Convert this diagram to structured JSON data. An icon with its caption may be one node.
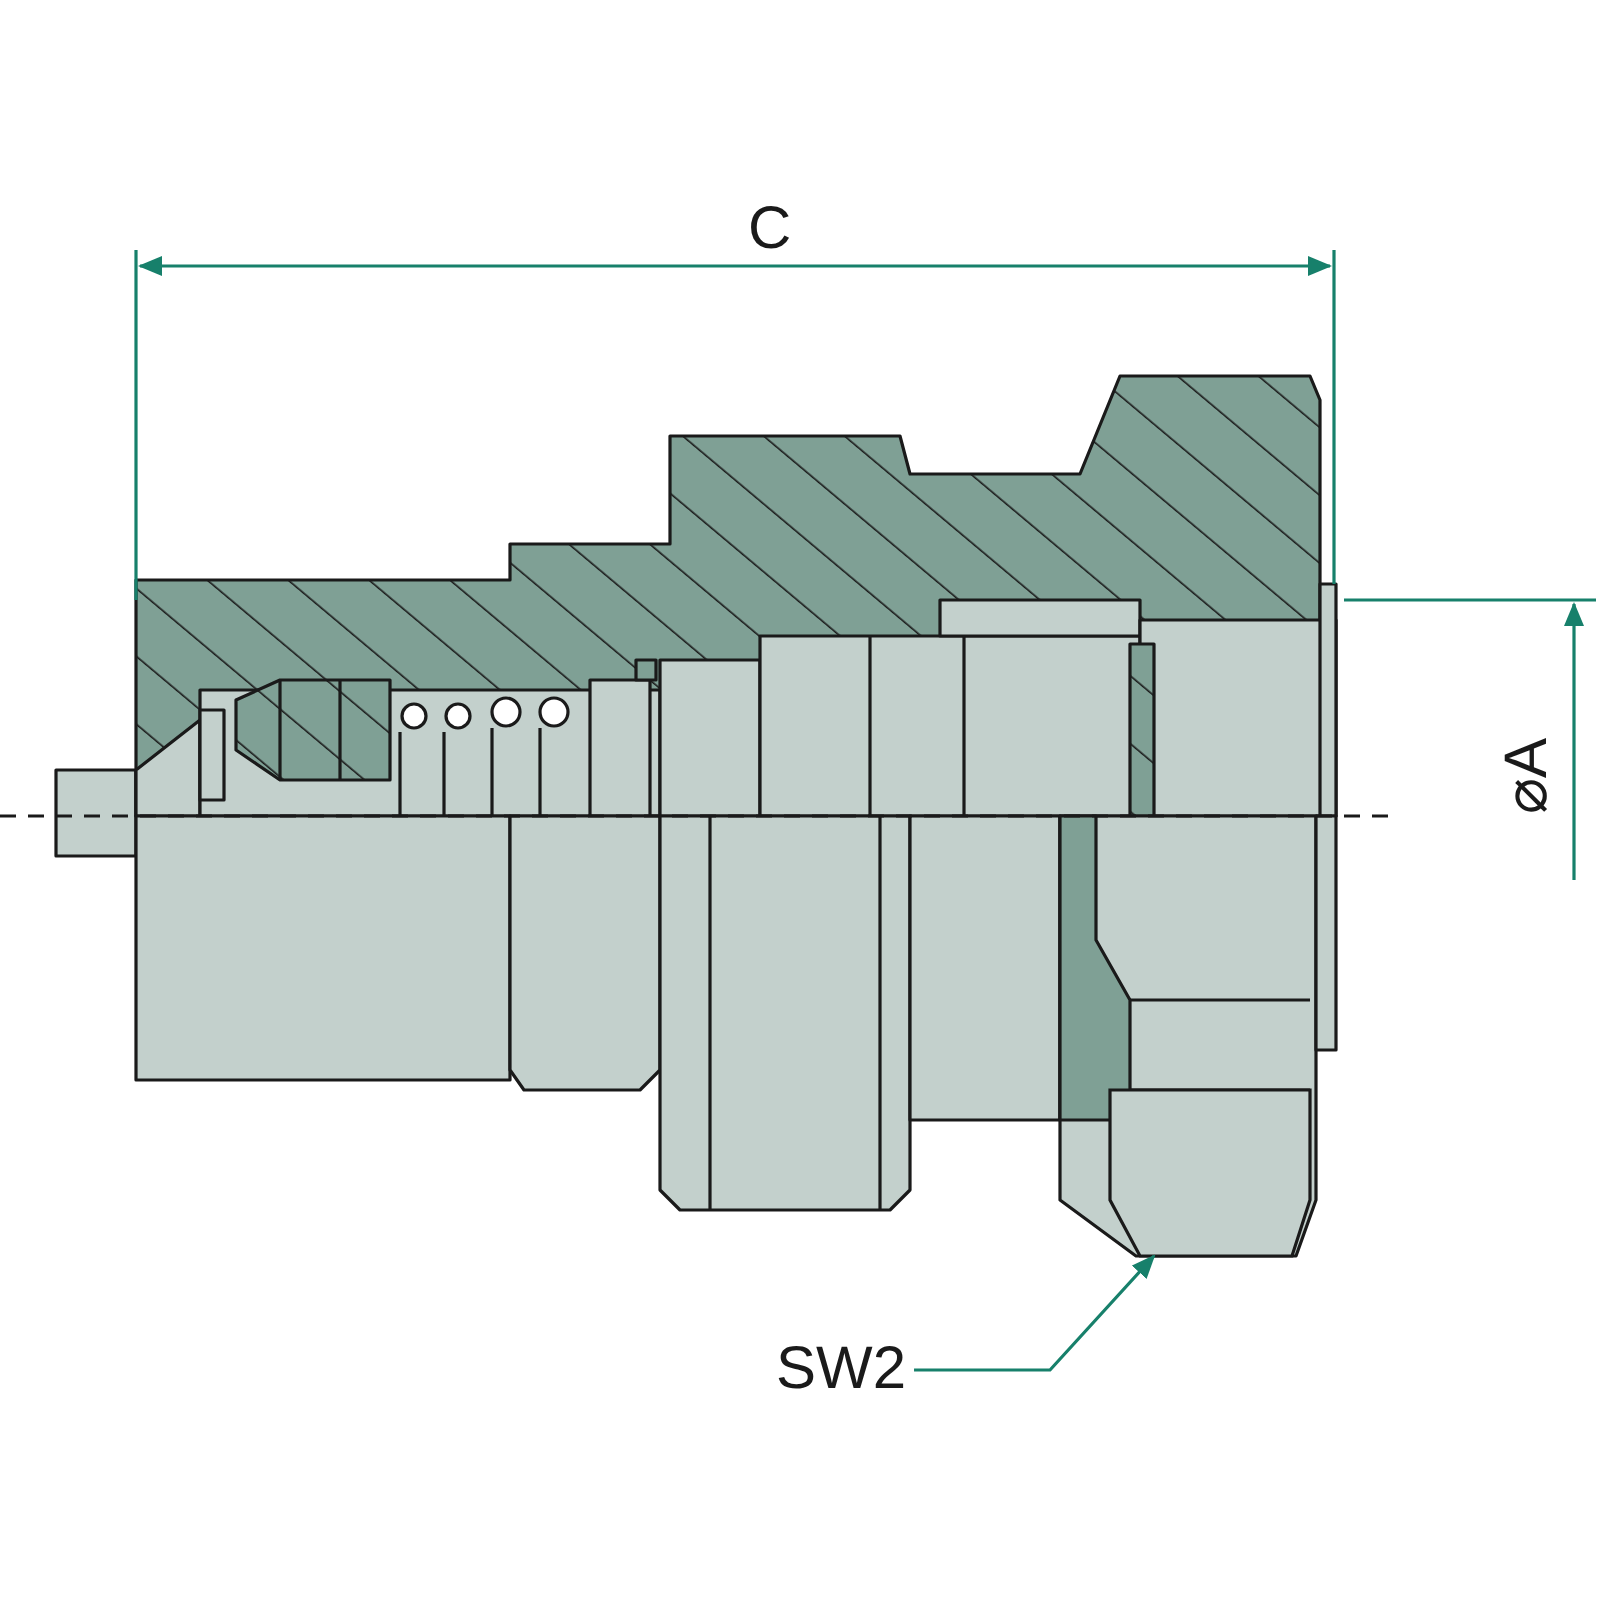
{
  "diagram": {
    "nodes": [
      {
        "text": [
          "SW2"
        ]
      },
      {
        "text": [],
        "shape": "picture"
      }
    ],
    "edges": [
      {
        "from": 0,
        "to": 1,
        "arrow": "to"
      }
    ],
    "labels": [
      "C",
      "⌀A"
    ]
  }
}
